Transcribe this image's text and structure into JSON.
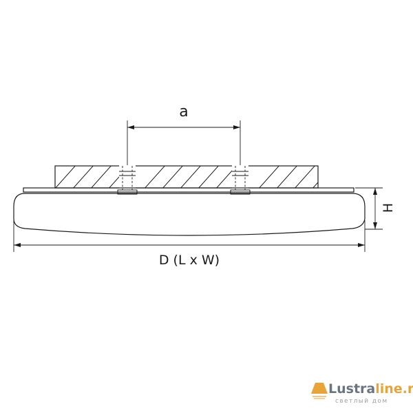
{
  "labels": {
    "a": "a",
    "h": "H",
    "d": "D (L x W)"
  },
  "watermark": {
    "brand_main": "Lustra",
    "brand_accent": "line.ru",
    "tagline": "светлый дом",
    "accent_color": "#e6a43a",
    "text_color": "#6b7480"
  }
}
